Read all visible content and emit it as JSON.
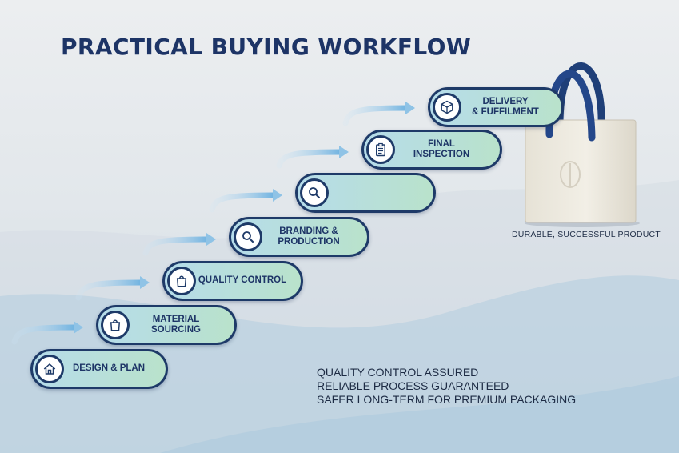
{
  "title": "PRACTICAL BUYING WORKFLOW",
  "steps": [
    {
      "label": "DESIGN & PLAN",
      "icon": "house-icon"
    },
    {
      "label": "MATERIAL\nSOURCING",
      "icon": "shopping-bag-icon"
    },
    {
      "label": "QUALITY CONTROL",
      "icon": "shopping-bag-icon"
    },
    {
      "label": "BRANDING &\nPRODUCTION",
      "icon": "magnifier-icon"
    },
    {
      "label": "",
      "icon": "magnifier-icon"
    },
    {
      "label": "FINAL\nINSPECTION",
      "icon": "clipboard-icon"
    },
    {
      "label": "DELIVERY\n& FUFFILMENT",
      "icon": "package-box-icon"
    }
  ],
  "product_caption": "DURABLE, SUCCESSFUL PRODUCT",
  "notes": [
    " QUALITY CONTROL ASSURED",
    "RELIABLE PROCESS GUARANTEED",
    "SAFER LONG-TERM FOR PREMIUM PACKAGING"
  ],
  "colors": {
    "navy": "#1e3a68",
    "pill_gradient_start": "#b6dcea",
    "pill_gradient_end": "#b9e2cb",
    "arrow": "#8fc3e6",
    "bag_body": "#ebe7dc",
    "bag_handle": "#1f3f78"
  }
}
